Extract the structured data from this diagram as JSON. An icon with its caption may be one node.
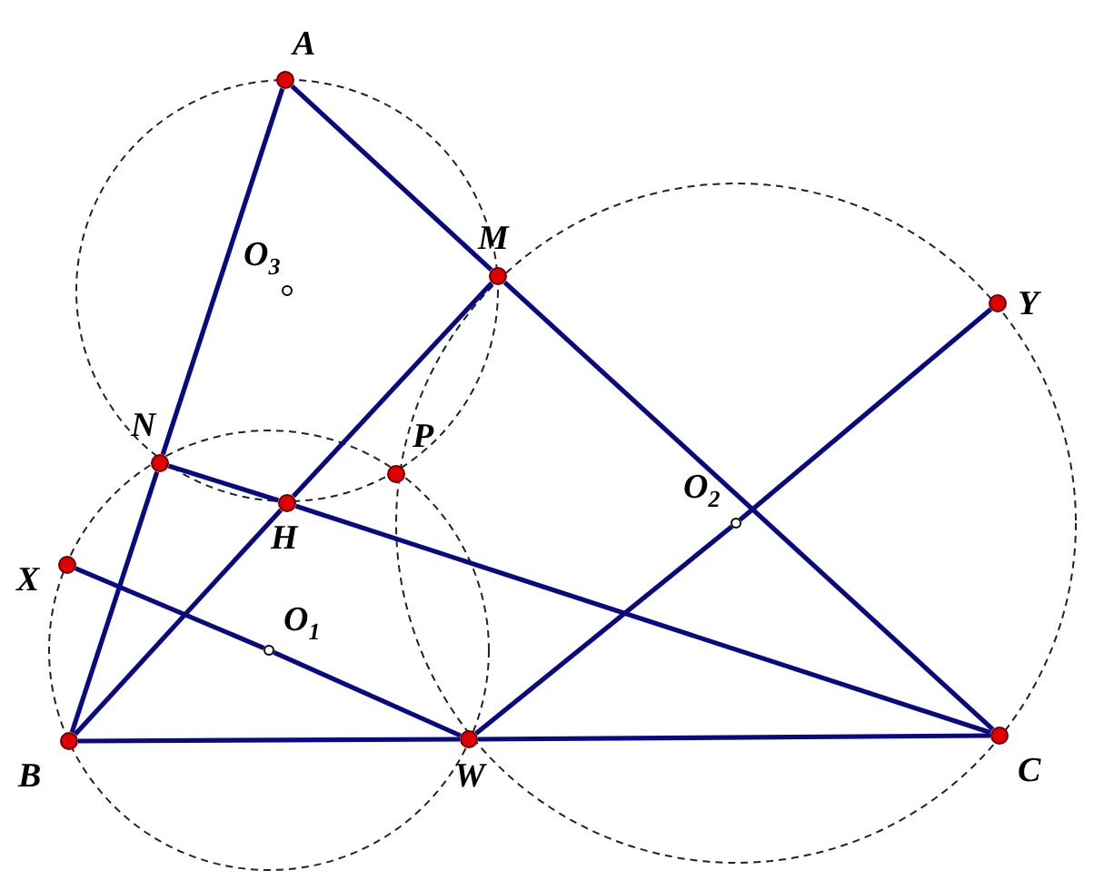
{
  "diagram": {
    "nodes": [
      {
        "text": [
          "A"
        ]
      },
      {
        "text": [
          "M"
        ]
      },
      {
        "text": [
          "O$_{3}$"
        ]
      },
      {
        "text": [
          "N"
        ]
      },
      {
        "text": [
          "P"
        ]
      },
      {
        "text": [
          "H"
        ]
      },
      {
        "text": [
          "X"
        ]
      },
      {
        "text": [
          "O$_{1}$"
        ]
      },
      {
        "text": [
          "Y"
        ]
      },
      {
        "text": [
          "O$_{2}$"
        ]
      },
      {
        "text": [
          "B"
        ]
      },
      {
        "text": [
          "W"
        ]
      },
      {
        "text": [
          "C"
        ]
      }
    ],
    "edges": [
      {
        "from": 0,
        "to": 3,
        "arrow": "none"
      },
      {
        "from": 3,
        "to": 10,
        "arrow": "none"
      },
      {
        "from": 0,
        "to": 1,
        "arrow": "none"
      },
      {
        "from": 1,
        "to": 12,
        "arrow": "none"
      },
      {
        "from": 10,
        "to": 11,
        "arrow": "none"
      },
      {
        "from": 11,
        "to": 12,
        "arrow": "none"
      },
      {
        "from": 10,
        "to": 5,
        "arrow": "none"
      },
      {
        "from": 5,
        "to": 1,
        "arrow": "none"
      },
      {
        "from": 3,
        "to": 5,
        "arrow": "none"
      },
      {
        "from": 5,
        "to": 12,
        "arrow": "none"
      },
      {
        "from": 6,
        "to": 7,
        "arrow": "none"
      },
      {
        "from": 7,
        "to": 11,
        "arrow": "none"
      },
      {
        "from": 11,
        "to": 9,
        "arrow": "none"
      },
      {
        "from": 9,
        "to": 8,
        "arrow": "none"
      }
    ]
  }
}
